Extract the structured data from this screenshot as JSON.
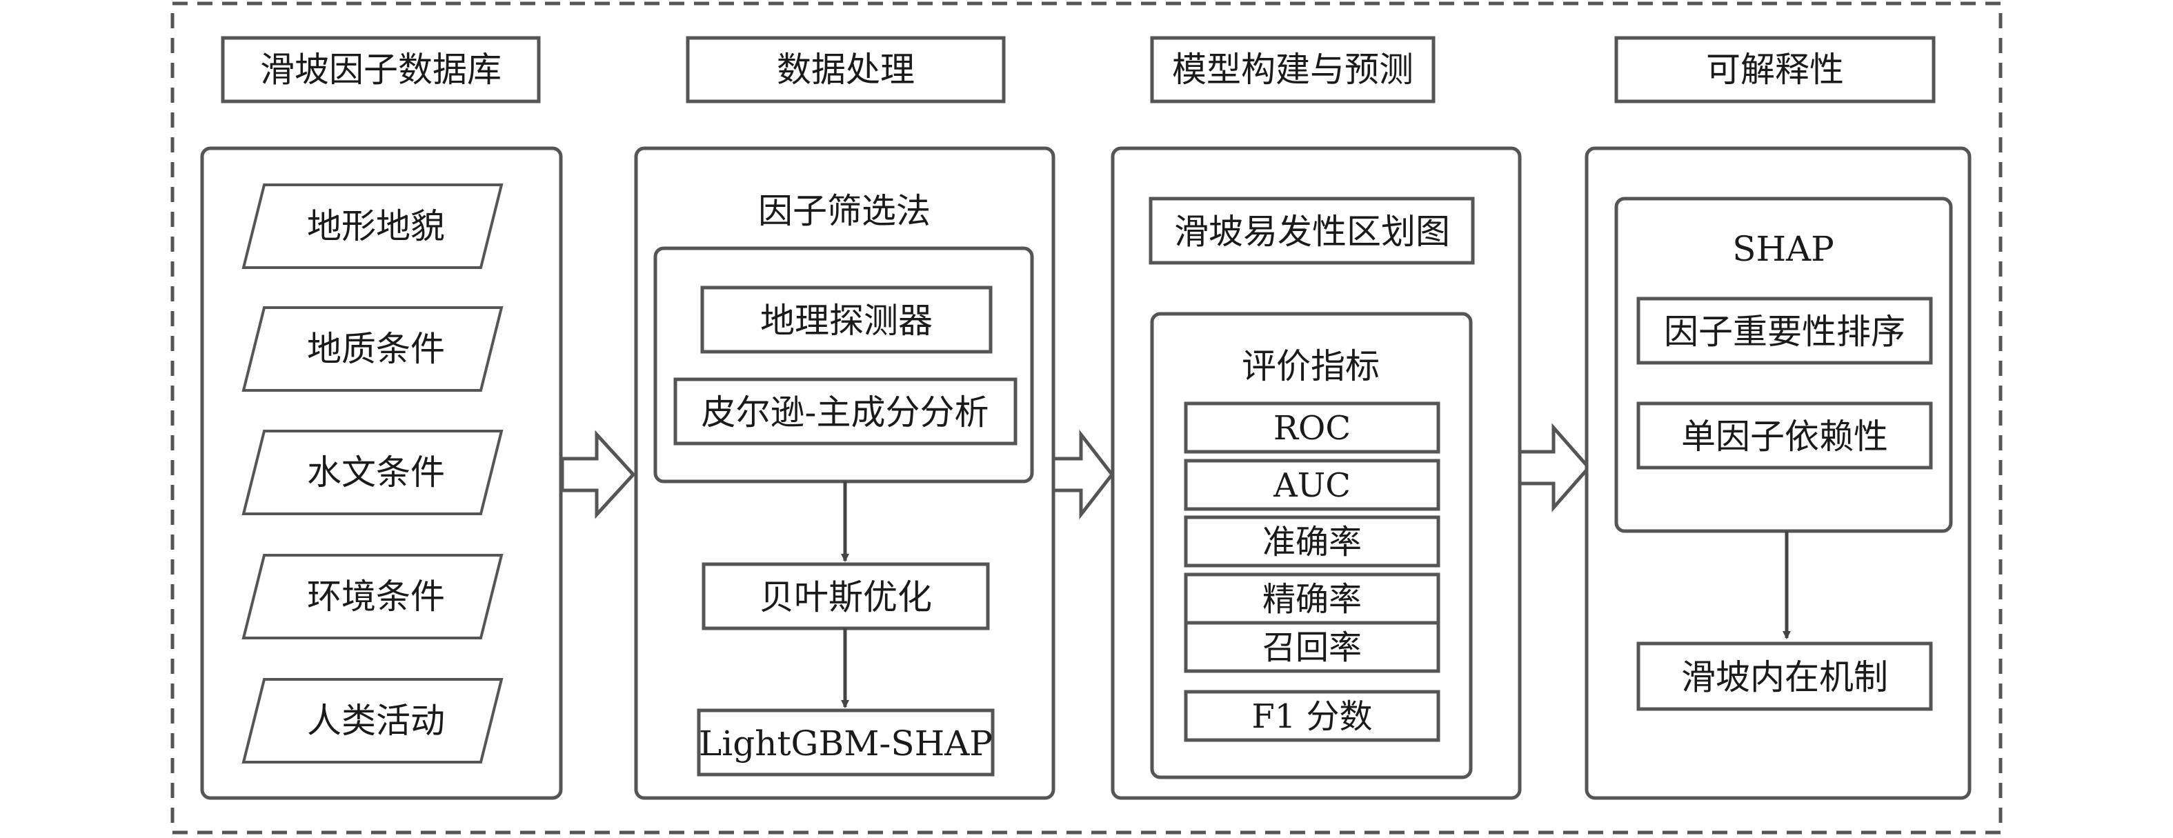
{
  "colors": {
    "stroke": "#555555",
    "text": "#1a1a1a",
    "background": "#ffffff"
  },
  "stages": {
    "database": {
      "title": "滑坡因子数据库",
      "factors": [
        "地形地貌",
        "地质条件",
        "水文条件",
        "环境条件",
        "人类活动"
      ]
    },
    "processing": {
      "title": "数据处理",
      "group_label": "因子筛选法",
      "methods": [
        "地理探测器",
        "皮尔逊-主成分分析"
      ],
      "optimization": "贝叶斯优化",
      "model": "LightGBM-SHAP"
    },
    "modeling": {
      "title": "模型构建与预测",
      "map": "滑坡易发性区划图",
      "metrics_label": "评价指标",
      "metrics": [
        "ROC",
        "AUC",
        "准确率",
        "精确率",
        "召回率",
        "F1 分数"
      ]
    },
    "interpretability": {
      "title": "可解释性",
      "shap_label": "SHAP",
      "shap_items": [
        "因子重要性排序",
        "单因子依赖性"
      ],
      "mechanism": "滑坡内在机制"
    }
  }
}
